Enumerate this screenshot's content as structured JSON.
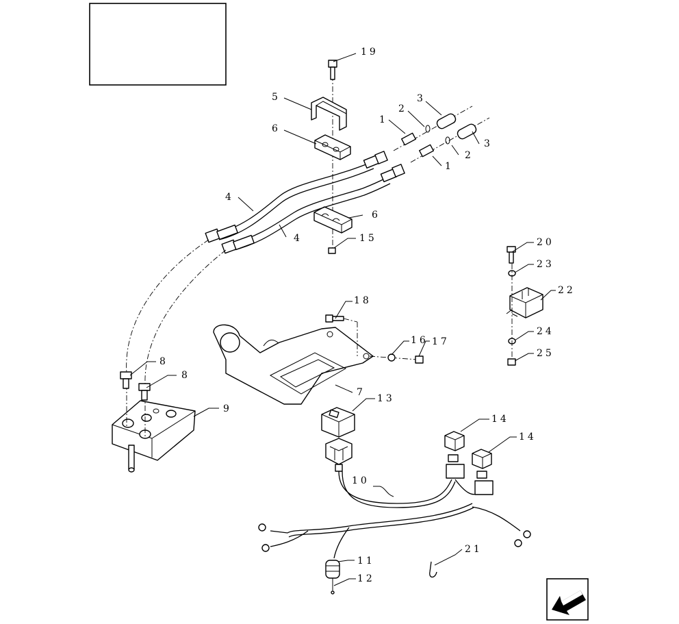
{
  "title_box": "",
  "callouts": {
    "c1a": "1",
    "c1b": "1",
    "c2a": "2",
    "c2b": "2",
    "c3a": "3",
    "c3b": "3",
    "c4a": "4",
    "c4b": "4",
    "c5": "5",
    "c6a": "6",
    "c6b": "6",
    "c7": "7",
    "c8a": "8",
    "c8b": "8",
    "c9": "9",
    "c10": "10",
    "c11": "11",
    "c12": "12",
    "c13": "13",
    "c14a": "14",
    "c14b": "14",
    "c15": "15",
    "c16": "16",
    "c17": "17",
    "c18": "18",
    "c19": "19",
    "c20": "20",
    "c21": "21",
    "c22": "22",
    "c23": "23",
    "c24": "24",
    "c25": "25"
  },
  "icons": {
    "nav": "previous-arrow-icon"
  }
}
